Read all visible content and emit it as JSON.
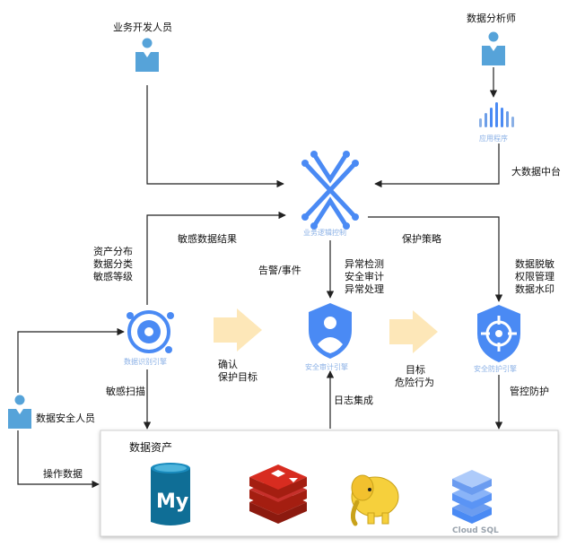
{
  "roles": {
    "developer": "业务开发人员",
    "analyst": "数据分析师",
    "security_staff": "数据安全人员"
  },
  "nodes": {
    "app": "应用程序",
    "big_data": "大数据中台",
    "logic_control": "业务逻辑控制",
    "identify_engine": "数据识别引擎",
    "audit_engine": "安全审计引擎",
    "protect_engine": "安全防护引擎"
  },
  "labels": {
    "sensitive_result": "敏感数据结果",
    "protect_policy": "保护策略",
    "asset_lines": [
      "资产分布",
      "数据分类",
      "敏感等级"
    ],
    "alarm": "告警/事件",
    "audit_lines": [
      "异常检测",
      "安全审计",
      "异常处理"
    ],
    "mask_lines": [
      "数据脱敏",
      "权限管理",
      "数据水印"
    ],
    "confirm_lines": [
      "确认",
      "保护目标"
    ],
    "target_lines": [
      "目标",
      "危险行为"
    ],
    "sensitive_scan": "敏感扫描",
    "log_integration": "日志集成",
    "control_protect": "管控防护",
    "operate_data": "操作数据"
  },
  "assets": {
    "title": "数据资产",
    "mysql_text": "My",
    "cloud_sql": "Cloud SQL"
  },
  "colors": {
    "blue": "#4a8af4",
    "light_blue": "#8ab0e6",
    "arrow_fill": "#fde7b8",
    "redis": "#c6302b",
    "hadoop": "#f6d03c",
    "mysql": "#0f6e96"
  }
}
